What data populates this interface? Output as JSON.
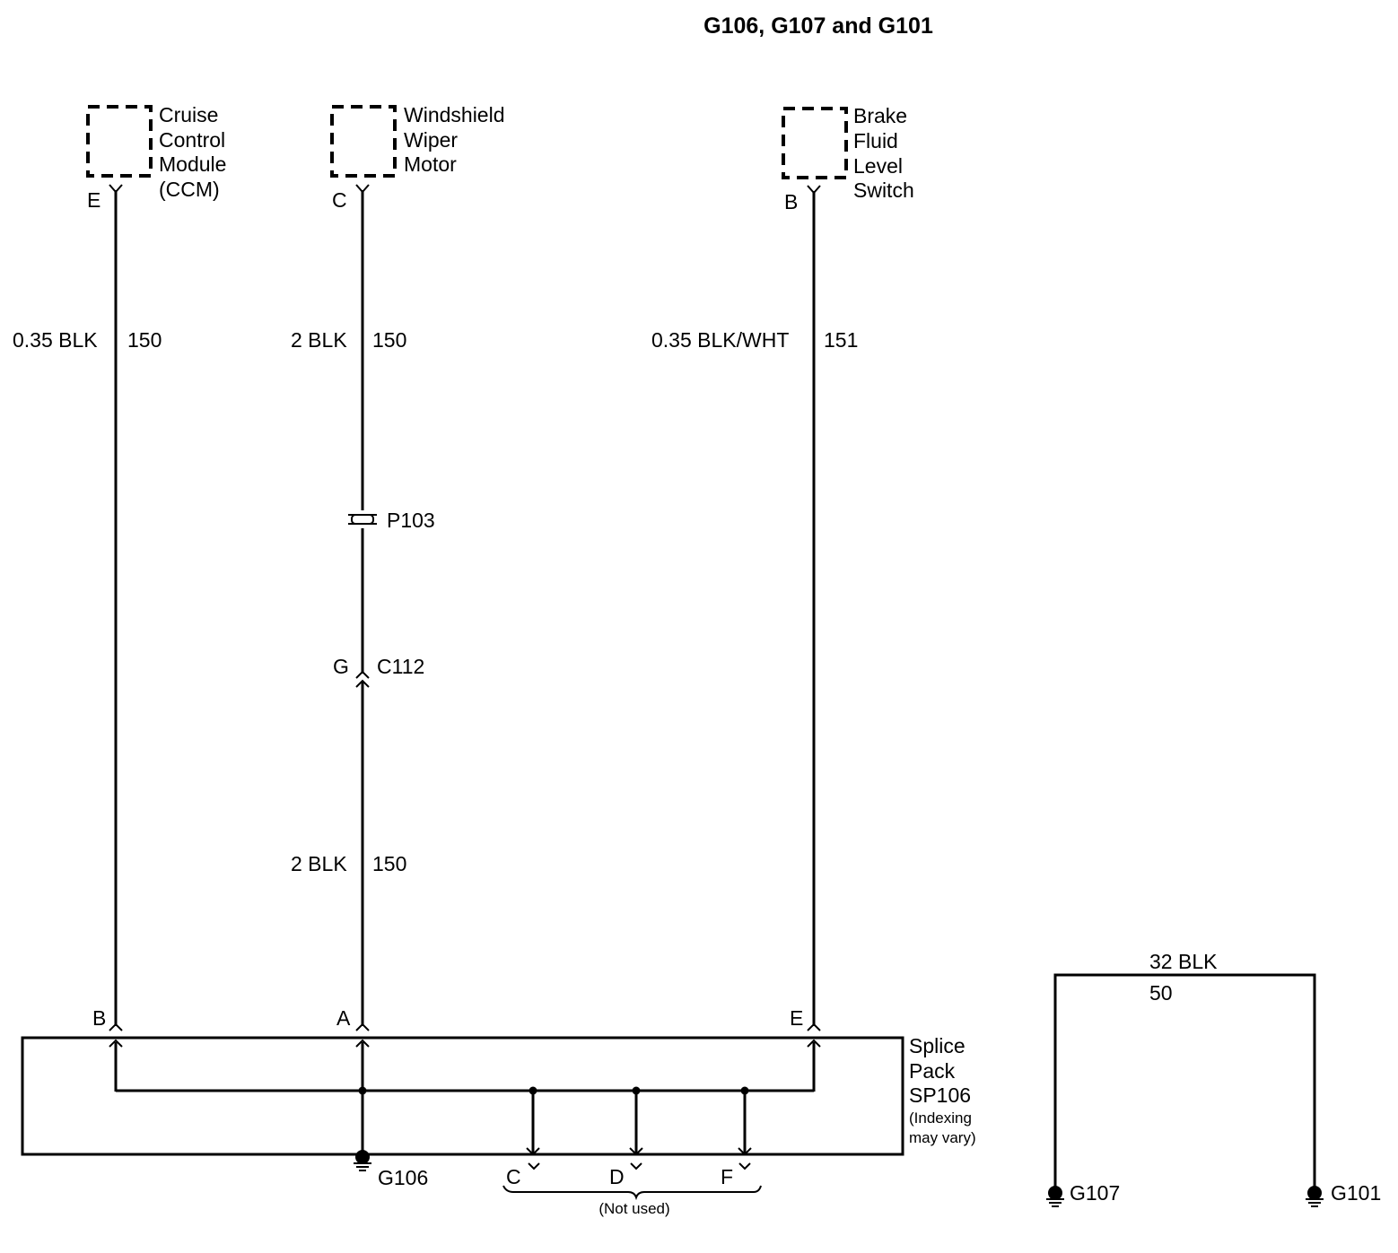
{
  "title": "G106, G107 and G101",
  "components": {
    "ccm": {
      "line1": "Cruise",
      "line2": "Control",
      "line3": "Module",
      "line4": "(CCM)",
      "pin": "E"
    },
    "wiper": {
      "line1": "Windshield",
      "line2": "Wiper",
      "line3": "Motor",
      "pin": "C"
    },
    "brake": {
      "line1": "Brake",
      "line2": "Fluid",
      "line3": "Level",
      "line4": "Switch",
      "pin": "B"
    }
  },
  "wires": {
    "ccm": {
      "size_color": "0.35 BLK",
      "circuit": "150"
    },
    "wiper_upper": {
      "size_color": "2 BLK",
      "circuit": "150"
    },
    "wiper_lower": {
      "size_color": "2 BLK",
      "circuit": "150"
    },
    "brake": {
      "size_color": "0.35 BLK/WHT",
      "circuit": "151"
    },
    "ground_link": {
      "size_color": "32 BLK",
      "circuit": "50"
    }
  },
  "connectors": {
    "p103": "P103",
    "c112": {
      "name": "C112",
      "pin": "G"
    }
  },
  "splice_pack": {
    "line1": "Splice",
    "line2": "Pack",
    "line3": "SP106",
    "note1": "(Indexing",
    "note2": "may vary)",
    "pin_b": "B",
    "pin_a": "A",
    "pin_e": "E",
    "pin_c": "C",
    "pin_d": "D",
    "pin_f": "F",
    "not_used": "(Not used)"
  },
  "grounds": {
    "g106": "G106",
    "g107": "G107",
    "g101": "G101"
  }
}
